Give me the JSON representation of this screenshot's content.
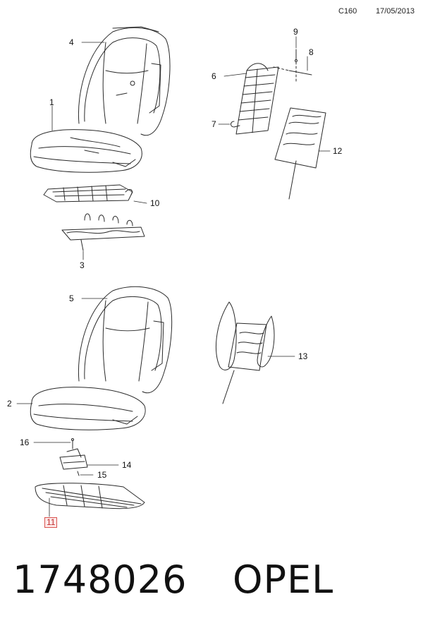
{
  "header": {
    "code": "C160",
    "date": "17/05/2013"
  },
  "callouts": [
    {
      "id": "c1",
      "label": "1"
    },
    {
      "id": "c2",
      "label": "2"
    },
    {
      "id": "c3",
      "label": "3"
    },
    {
      "id": "c4",
      "label": "4"
    },
    {
      "id": "c5",
      "label": "5"
    },
    {
      "id": "c6",
      "label": "6"
    },
    {
      "id": "c7",
      "label": "7"
    },
    {
      "id": "c8",
      "label": "8"
    },
    {
      "id": "c9",
      "label": "9"
    },
    {
      "id": "c10",
      "label": "10"
    },
    {
      "id": "c11",
      "label": "11",
      "highlighted": true
    },
    {
      "id": "c12",
      "label": "12"
    },
    {
      "id": "c13",
      "label": "13"
    },
    {
      "id": "c14",
      "label": "14"
    },
    {
      "id": "c15",
      "label": "15"
    },
    {
      "id": "c16",
      "label": "16"
    }
  ],
  "footer": {
    "part_number": "1748026",
    "brand": "OPEL"
  },
  "colors": {
    "line": "#2a2a2a",
    "highlight_border": "#d9534f",
    "highlight_bg": "#fde8e8"
  }
}
